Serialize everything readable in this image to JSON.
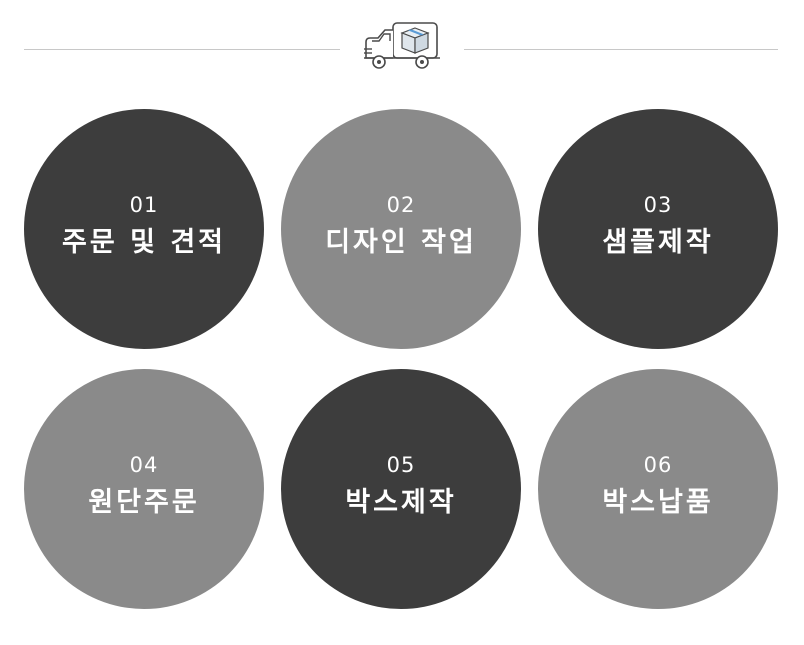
{
  "header": {
    "icon": "delivery-truck-icon"
  },
  "steps": [
    {
      "number": "01",
      "title": "주문 및 견적",
      "tone": "dark"
    },
    {
      "number": "02",
      "title": "디자인 작업",
      "tone": "light"
    },
    {
      "number": "03",
      "title": "샘플제작",
      "tone": "dark"
    },
    {
      "number": "04",
      "title": "원단주문",
      "tone": "light"
    },
    {
      "number": "05",
      "title": "박스제작",
      "tone": "dark"
    },
    {
      "number": "06",
      "title": "박스납품",
      "tone": "light"
    }
  ],
  "colors": {
    "dark_circle": "#3d3d3d",
    "light_circle": "#8a8a8a",
    "divider": "#c8c8c8",
    "text": "#ffffff"
  }
}
